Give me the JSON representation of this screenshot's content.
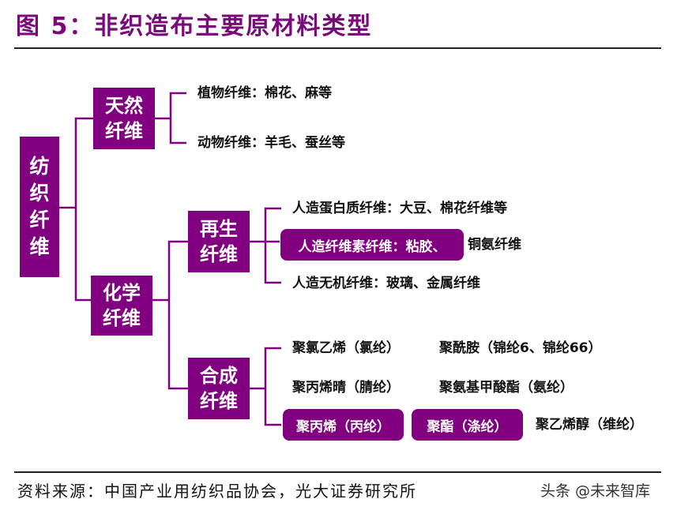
{
  "title": "图 5：非织造布主要原材料类型",
  "root": "纺\n织\n纤\n维",
  "natural": {
    "label": "天然\n纤维",
    "items": [
      "植物纤维：棉花、麻等",
      "动物纤维：羊毛、蚕丝等"
    ]
  },
  "chemical": {
    "label": "化学\n纤维",
    "regenerated": {
      "label": "再生\n纤维",
      "item1": "人造蛋白质纤维：大豆、棉花纤维等",
      "item2_highlight": "人造纤维素纤维：粘胶、",
      "item2_rest": "铜氨纤维",
      "item3": "人造无机纤维：玻璃、金属纤维"
    },
    "synthetic": {
      "label": "合成\n纤维",
      "row1": [
        "聚氯乙烯（氯纶）",
        "聚酰胺（锦纶6、锦纶66）"
      ],
      "row2": [
        "聚丙烯晴（腈纶）",
        "聚氨基甲酸酯（氨纶）"
      ],
      "row3_highlight": [
        "聚丙烯（丙纶）",
        "聚酯（涤纶）"
      ],
      "row3_rest": "聚乙烯醇（维纶）"
    }
  },
  "source": "资料来源：中国产业用纺织品协会，光大证券研究所",
  "watermark": "头条 @未来智库",
  "colors": {
    "accent": "#800080",
    "title": "#7a0a7a"
  }
}
